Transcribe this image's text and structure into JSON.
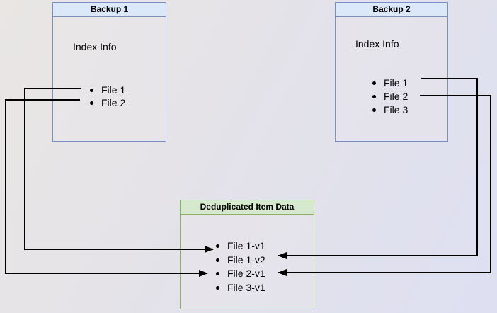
{
  "diagram": {
    "backup1": {
      "title": "Backup 1",
      "subtitle": "Index Info",
      "items": [
        "File 1",
        "File 2"
      ]
    },
    "backup2": {
      "title": "Backup 2",
      "subtitle": "Index Info",
      "items": [
        "File 1",
        "File 2",
        "File 3"
      ]
    },
    "dedup": {
      "title": "Deduplicated Item Data",
      "items": [
        "File 1-v1",
        "File 1-v2",
        "File 2-v1",
        "File 3-v1"
      ]
    },
    "connections": [
      {
        "from": "Backup 1 / File 1",
        "to": "File 1-v1",
        "direction": "left-to-right"
      },
      {
        "from": "Backup 1 / File 2",
        "to": "File 2-v1",
        "direction": "left-to-right"
      },
      {
        "from": "Backup 2 / File 1",
        "to": "File 1-v2",
        "direction": "right-to-left"
      },
      {
        "from": "Backup 2 / File 2",
        "to": "File 2-v1",
        "direction": "right-to-left"
      }
    ],
    "colors": {
      "background_top_left": "#e9e6e3",
      "background_bottom_right": "#dee0f2",
      "blue_box_border": "#7a90c2",
      "blue_header_fill": "#dae8fa",
      "green_box_border": "#85b369",
      "green_header_fill": "#d6e9ce",
      "arrow": "#000000",
      "text": "#000000"
    }
  }
}
